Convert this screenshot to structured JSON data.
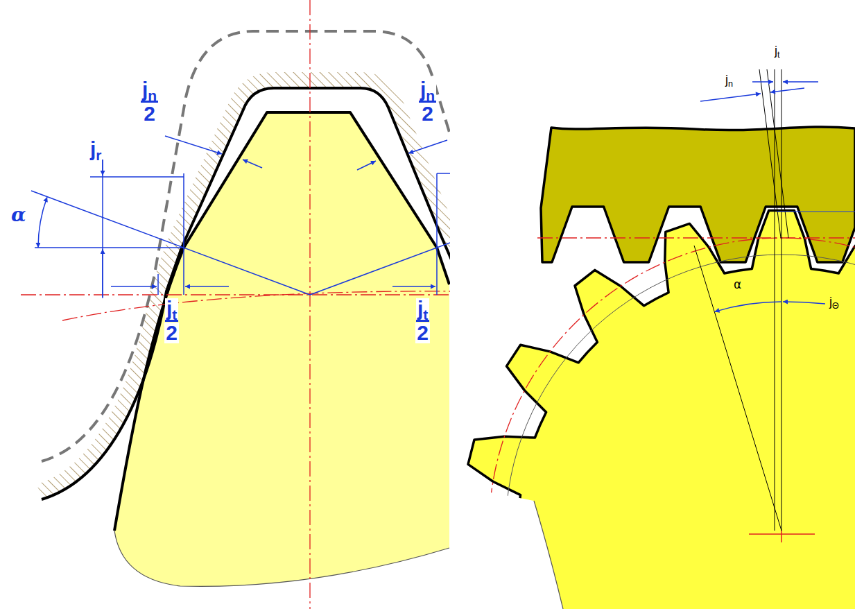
{
  "diagram": {
    "labels": [
      "jn",
      "2",
      "jn",
      "2",
      "jr",
      "α",
      "jt",
      "2",
      "jt",
      "2",
      "jt",
      "jn",
      "α",
      "jΘ"
    ]
  }
}
